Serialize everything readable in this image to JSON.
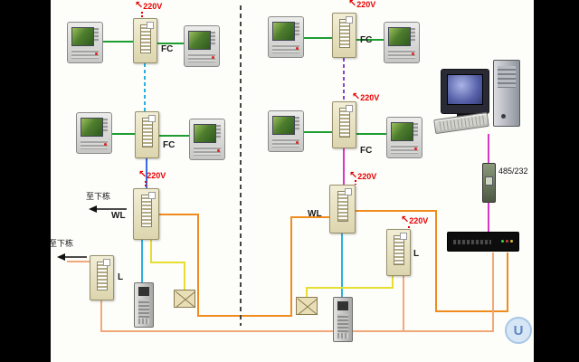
{
  "diagram": {
    "labels": {
      "power": "220V",
      "floor_controller": "FC",
      "network_controller": "WL",
      "line_unit": "L",
      "to_next_building": "至下栋",
      "converter_model": "485/232",
      "watermark_letter": "U"
    },
    "icons": {
      "power_arrow": "↖"
    },
    "colors": {
      "wire_green": "#1e9e32",
      "wire_cyan": "#2ab0e0",
      "wire_yellow": "#e6de30",
      "wire_orange": "#f08c1e",
      "wire_salmon": "#f2a878",
      "wire_magenta": "#d838c8",
      "wire_purple": "#8844cc",
      "wire_blue": "#3a6ae0",
      "power_label": "#e60000",
      "box_beige": "#e9e4c6"
    }
  }
}
